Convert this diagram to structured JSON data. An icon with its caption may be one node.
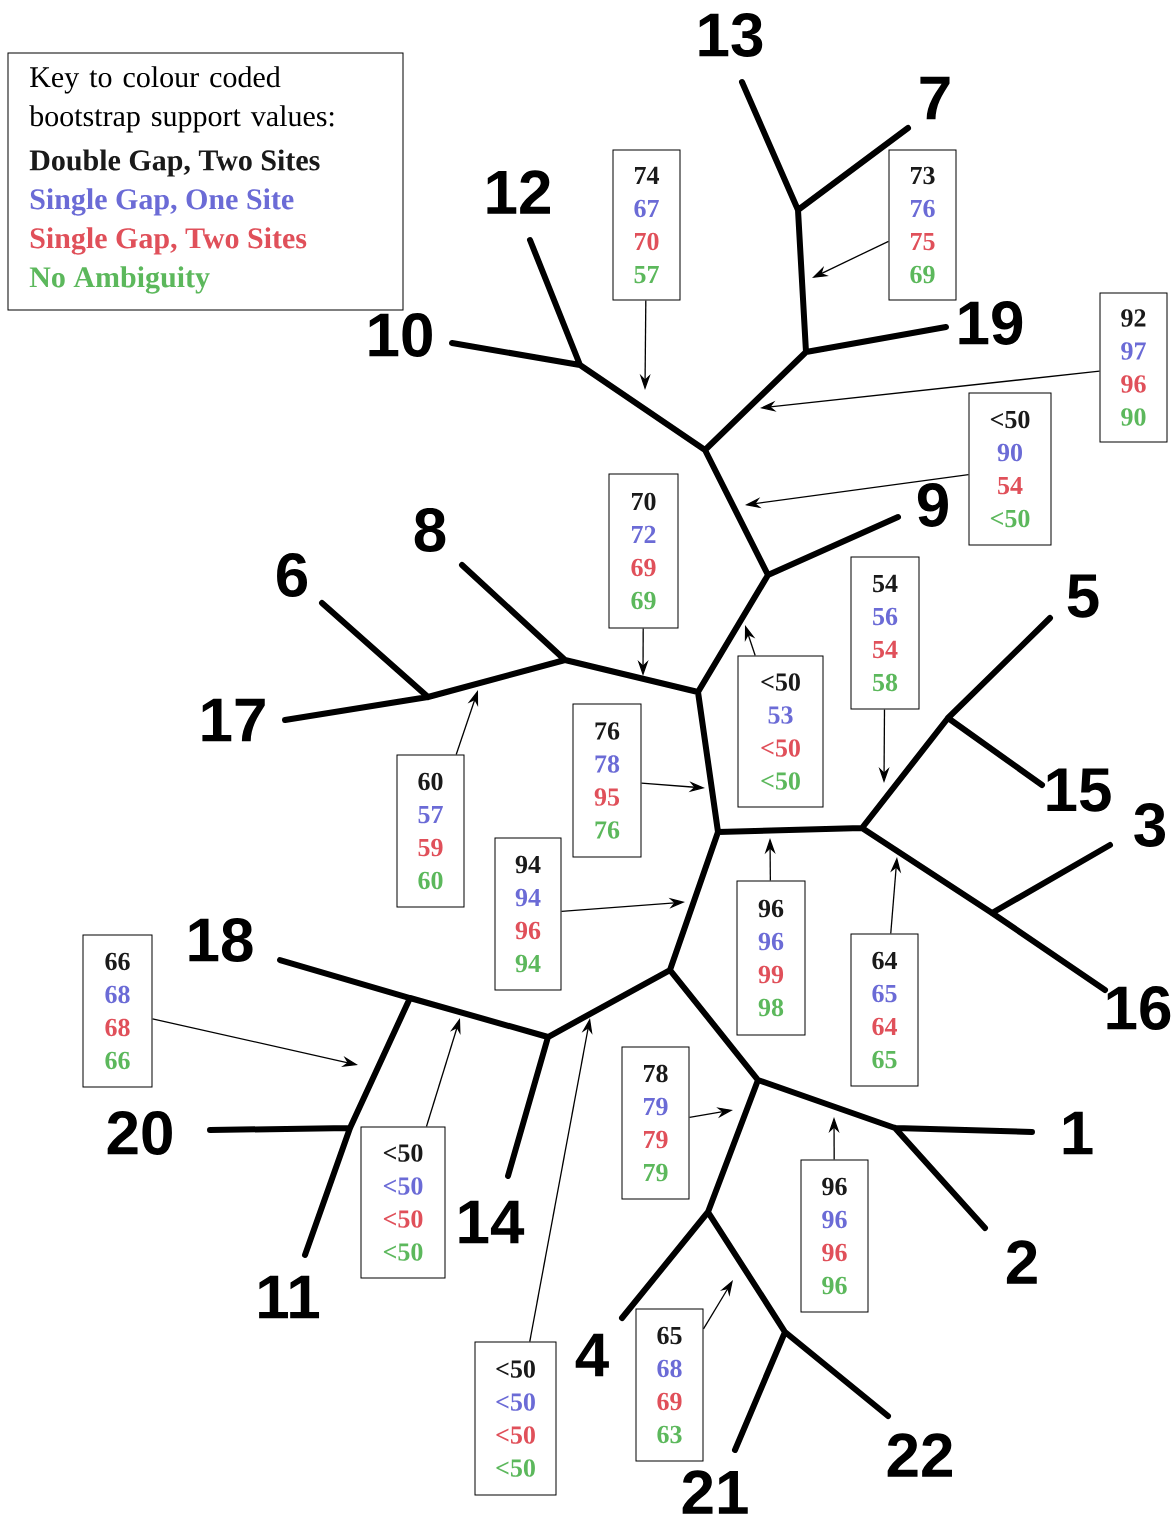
{
  "diagram": {
    "nodes": [
      {
        "text": [
          "74",
          "67",
          "70",
          "57"
        ]
      },
      {
        "text": [
          "73",
          "76",
          "75",
          "69"
        ]
      },
      {
        "text": [
          "92",
          "97",
          "96",
          "90"
        ]
      },
      {
        "text": [
          "<50",
          "90",
          "54",
          "<50"
        ]
      },
      {
        "text": [
          "70",
          "72",
          "69",
          "69"
        ]
      },
      {
        "text": [
          "54",
          "56",
          "54",
          "58"
        ]
      },
      {
        "text": [
          "<50",
          "53",
          "<50",
          "<50"
        ]
      },
      {
        "text": [
          "76",
          "78",
          "95",
          "76"
        ]
      },
      {
        "text": [
          "60",
          "57",
          "59",
          "60"
        ]
      },
      {
        "text": [
          "94",
          "94",
          "96",
          "94"
        ]
      },
      {
        "text": [
          "96",
          "96",
          "99",
          "98"
        ]
      },
      {
        "text": [
          "64",
          "65",
          "64",
          "65"
        ]
      },
      {
        "text": [
          "66",
          "68",
          "68",
          "66"
        ]
      },
      {
        "text": [
          "78",
          "79",
          "79",
          "79"
        ]
      },
      {
        "text": [
          "<50",
          "<50",
          "<50",
          "<50"
        ]
      },
      {
        "text": [
          "96",
          "96",
          "96",
          "96"
        ]
      },
      {
        "text": [
          "65",
          "68",
          "69",
          "63"
        ]
      },
      {
        "text": [
          "<50",
          "<50",
          "<50",
          "<50"
        ]
      }
    ],
    "edges": [
      {
        "from": 0,
        "to": null,
        "arrow": "to"
      },
      {
        "from": 1,
        "to": null,
        "arrow": "to"
      },
      {
        "from": 2,
        "to": null,
        "arrow": "to"
      },
      {
        "from": 3,
        "to": null,
        "arrow": "to"
      },
      {
        "from": 4,
        "to": null,
        "arrow": "to"
      },
      {
        "from": 5,
        "to": null,
        "arrow": "to"
      },
      {
        "from": 6,
        "to": null,
        "arrow": "to"
      },
      {
        "from": 7,
        "to": null,
        "arrow": "to"
      },
      {
        "from": 8,
        "to": null,
        "arrow": "to"
      },
      {
        "from": 9,
        "to": null,
        "arrow": "to"
      },
      {
        "from": 10,
        "to": null,
        "arrow": "to"
      },
      {
        "from": 11,
        "to": null,
        "arrow": "to"
      },
      {
        "from": 12,
        "to": null,
        "arrow": "to"
      },
      {
        "from": 13,
        "to": null,
        "arrow": "to"
      },
      {
        "from": 14,
        "to": null,
        "arrow": "to"
      },
      {
        "from": 15,
        "to": null,
        "arrow": "to"
      },
      {
        "from": 16,
        "to": null,
        "arrow": "to"
      },
      {
        "from": 17,
        "to": null,
        "arrow": "to"
      }
    ],
    "labels": [
      "Key to colour coded bootstrap support values:",
      "13",
      "7",
      "12",
      "19",
      "10",
      "9",
      "8",
      "6",
      "5",
      "17",
      "15",
      "3",
      "18",
      "16",
      "20",
      "1",
      "14",
      "2",
      "11",
      "4",
      "22",
      "21"
    ],
    "legend": [
      {
        "text": "Double Gap, Two Sites",
        "color": "#1a1a1a"
      },
      {
        "text": "Single Gap, One Site",
        "color": "#6b6bd6"
      },
      {
        "text": "Single Gap, Two Sites",
        "color": "#e0505a"
      },
      {
        "text": "No Ambiguity",
        "color": "#5cb85c"
      }
    ]
  }
}
